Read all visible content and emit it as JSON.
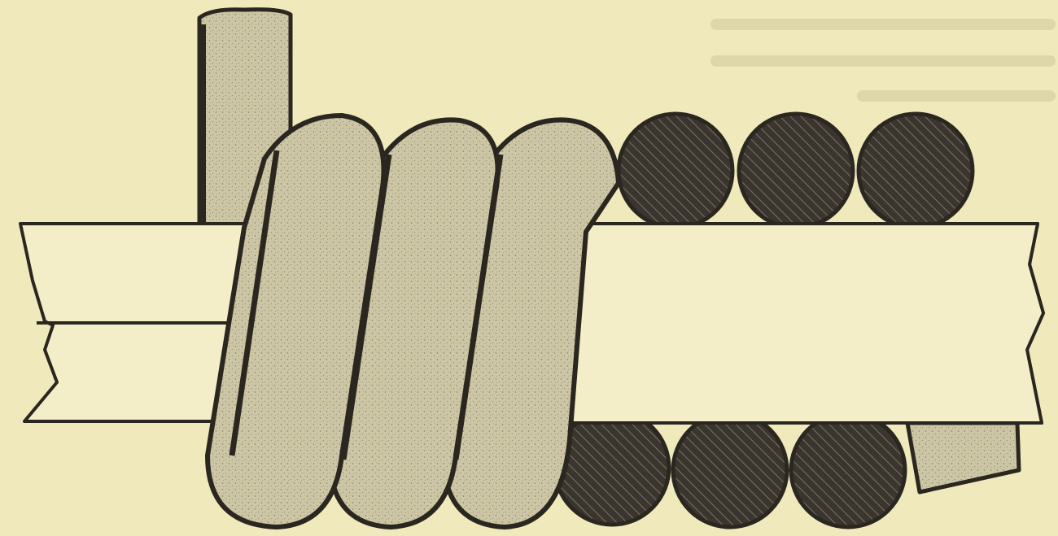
{
  "figure": {
    "colors": {
      "page": "#efe9bb",
      "paper_edge_text": "#c9c39a",
      "ink": "#2a2620",
      "wire_stipple": "#c9c3a2",
      "wire_stipple_dark": "#a9a385",
      "cut_section": "#3c3731",
      "form_face": "#f3eec8"
    },
    "elements": [
      "lead-wire",
      "coil-form",
      "coil-turn-1",
      "coil-turn-2",
      "coil-turn-3",
      "wire-cross-section-top-1",
      "wire-cross-section-top-2",
      "wire-cross-section-top-3",
      "wire-cross-section-bottom-1",
      "wire-cross-section-bottom-2",
      "wire-cross-section-bottom-3",
      "wire-tail"
    ]
  }
}
